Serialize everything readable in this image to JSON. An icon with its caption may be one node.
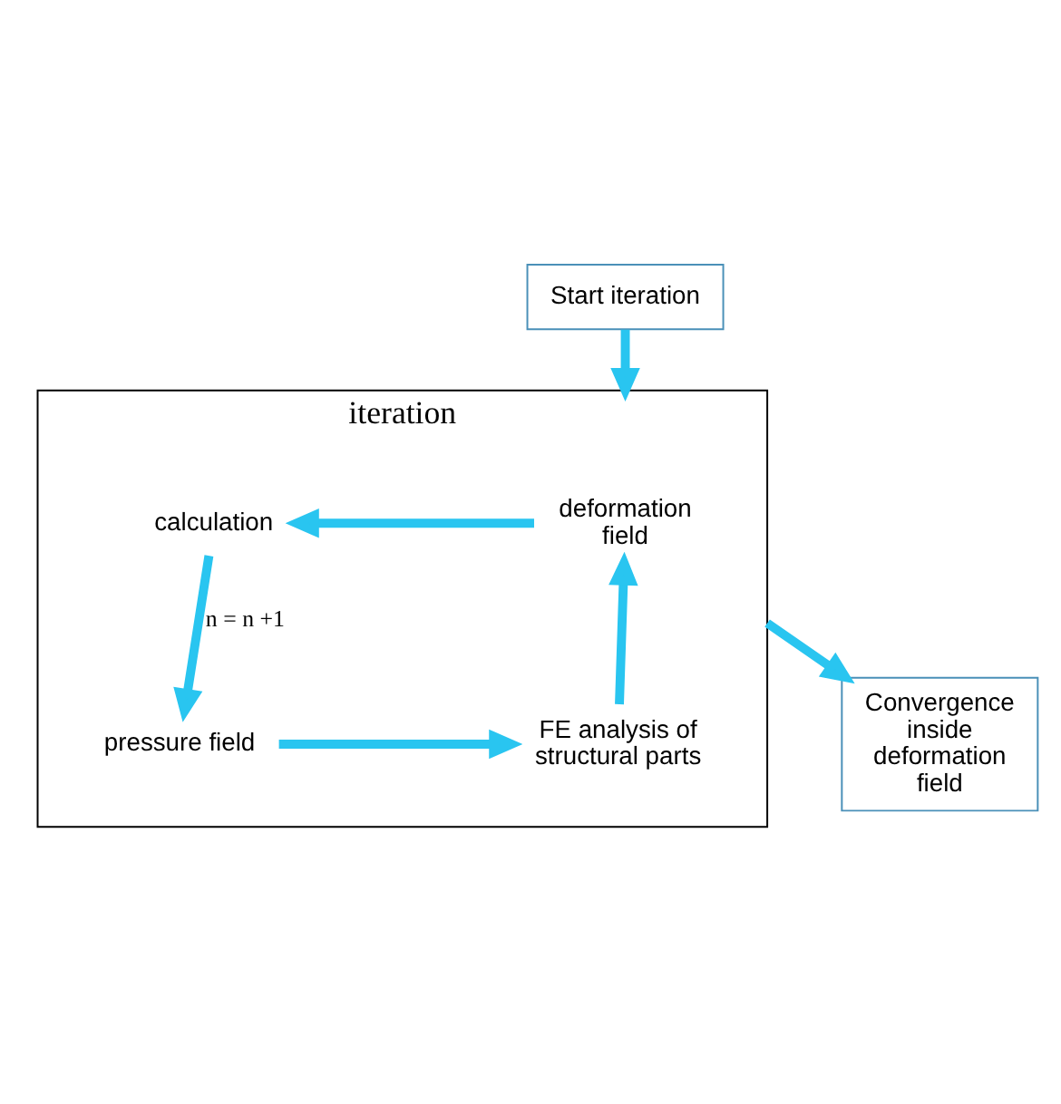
{
  "diagram": {
    "nodes": [
      {
        "text": [
          "Start iteration"
        ]
      },
      {
        "text": [
          "iteration"
        ]
      },
      {
        "text": [
          "deformation field"
        ],
        "in": 1
      },
      {
        "text": [
          "calculation"
        ],
        "in": 1
      },
      {
        "text": [
          "pressure field"
        ],
        "in": 1
      },
      {
        "text": [
          "FE analysis of structural parts"
        ],
        "in": 1
      },
      {
        "text": [
          "Convergence inside deformation field"
        ]
      }
    ],
    "edges": [
      {
        "from": 0,
        "to": 1,
        "arrow": "to"
      },
      {
        "from": 2,
        "to": 3,
        "arrow": "to"
      },
      {
        "from": 3,
        "to": 4,
        "arrow": "to",
        "label": "n = n +1"
      },
      {
        "from": 4,
        "to": 5,
        "arrow": "to"
      },
      {
        "from": 5,
        "to": 2,
        "arrow": "to"
      },
      {
        "from": 1,
        "to": 6,
        "arrow": "to"
      }
    ]
  }
}
